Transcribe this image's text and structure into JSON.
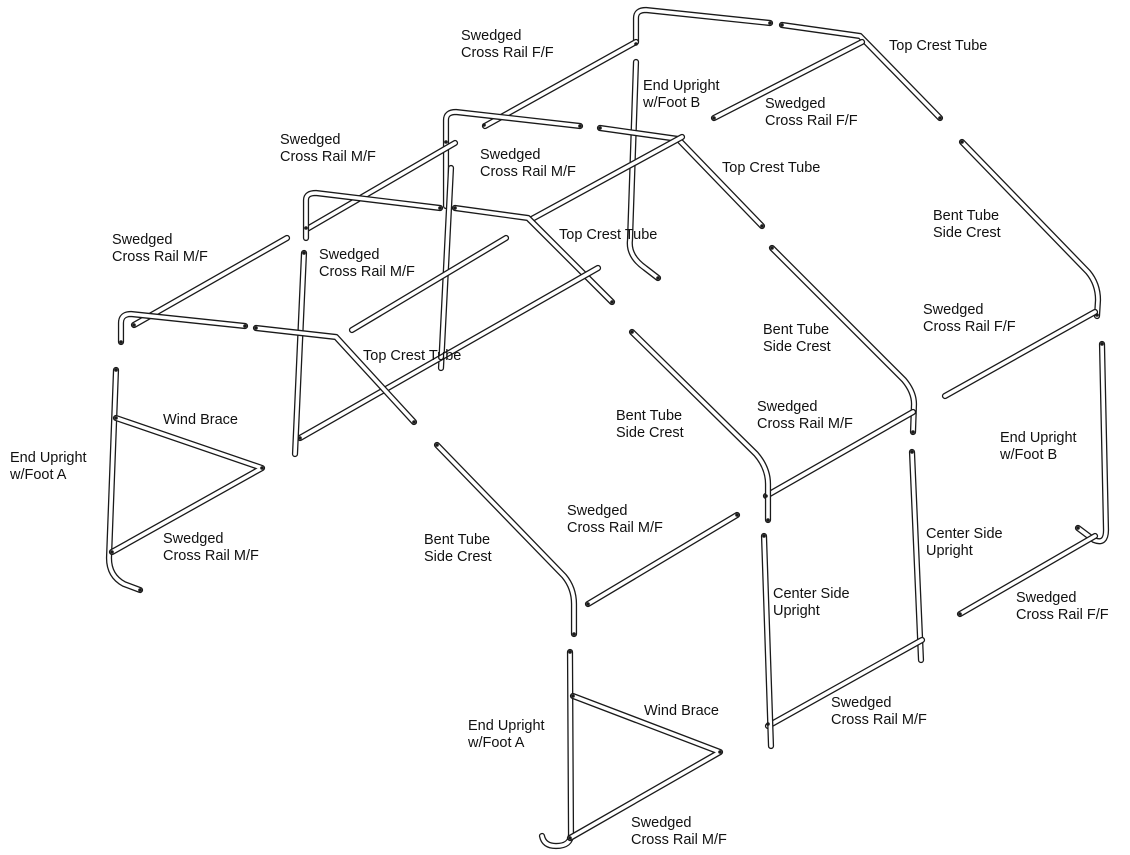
{
  "labels": {
    "cross_rail_ff_top": [
      "Swedged",
      "Cross Rail F/F"
    ],
    "top_crest_tube_1": "Top Crest Tube",
    "end_upright_foot_b_top": [
      "End Upright",
      "w/Foot B"
    ],
    "cross_rail_ff_mid": [
      "Swedged",
      "Cross Rail F/F"
    ],
    "cross_rail_mf_1": [
      "Swedged",
      "Cross Rail M/F"
    ],
    "cross_rail_mf_2": [
      "Swedged",
      "Cross Rail M/F"
    ],
    "top_crest_tube_2": "Top Crest Tube",
    "bent_tube_side_crest_1": [
      "Bent Tube",
      "Side Crest"
    ],
    "cross_rail_mf_3": [
      "Swedged",
      "Cross Rail M/F"
    ],
    "cross_rail_mf_4": [
      "Swedged",
      "Cross Rail M/F"
    ],
    "top_crest_tube_3": "Top Crest Tube",
    "cross_rail_ff_right": [
      "Swedged",
      "Cross Rail F/F"
    ],
    "bent_tube_side_crest_2": [
      "Bent Tube",
      "Side Crest"
    ],
    "top_crest_tube_4": "Top Crest Tube",
    "wind_brace_left": "Wind Brace",
    "bent_tube_side_crest_3": [
      "Bent Tube",
      "Side Crest"
    ],
    "cross_rail_mf_5": [
      "Swedged",
      "Cross Rail M/F"
    ],
    "end_upright_foot_b_right": [
      "End Upright",
      "w/Foot B"
    ],
    "end_upright_foot_a_left": [
      "End Upright",
      "w/Foot A"
    ],
    "cross_rail_mf_6": [
      "Swedged",
      "Cross Rail M/F"
    ],
    "cross_rail_mf_7": [
      "Swedged",
      "Cross Rail M/F"
    ],
    "center_side_upright_right": [
      "Center Side",
      "Upright"
    ],
    "bent_tube_side_crest_4": [
      "Bent Tube",
      "Side Crest"
    ],
    "center_side_upright_left": [
      "Center Side",
      "Upright"
    ],
    "cross_rail_ff_bottom": [
      "Swedged",
      "Cross Rail F/F"
    ],
    "wind_brace_bottom": "Wind Brace",
    "end_upright_foot_a_bottom": [
      "End Upright",
      "w/Foot A"
    ],
    "cross_rail_mf_8": [
      "Swedged",
      "Cross Rail M/F"
    ],
    "cross_rail_mf_9": [
      "Swedged",
      "Cross Rail M/F"
    ]
  }
}
